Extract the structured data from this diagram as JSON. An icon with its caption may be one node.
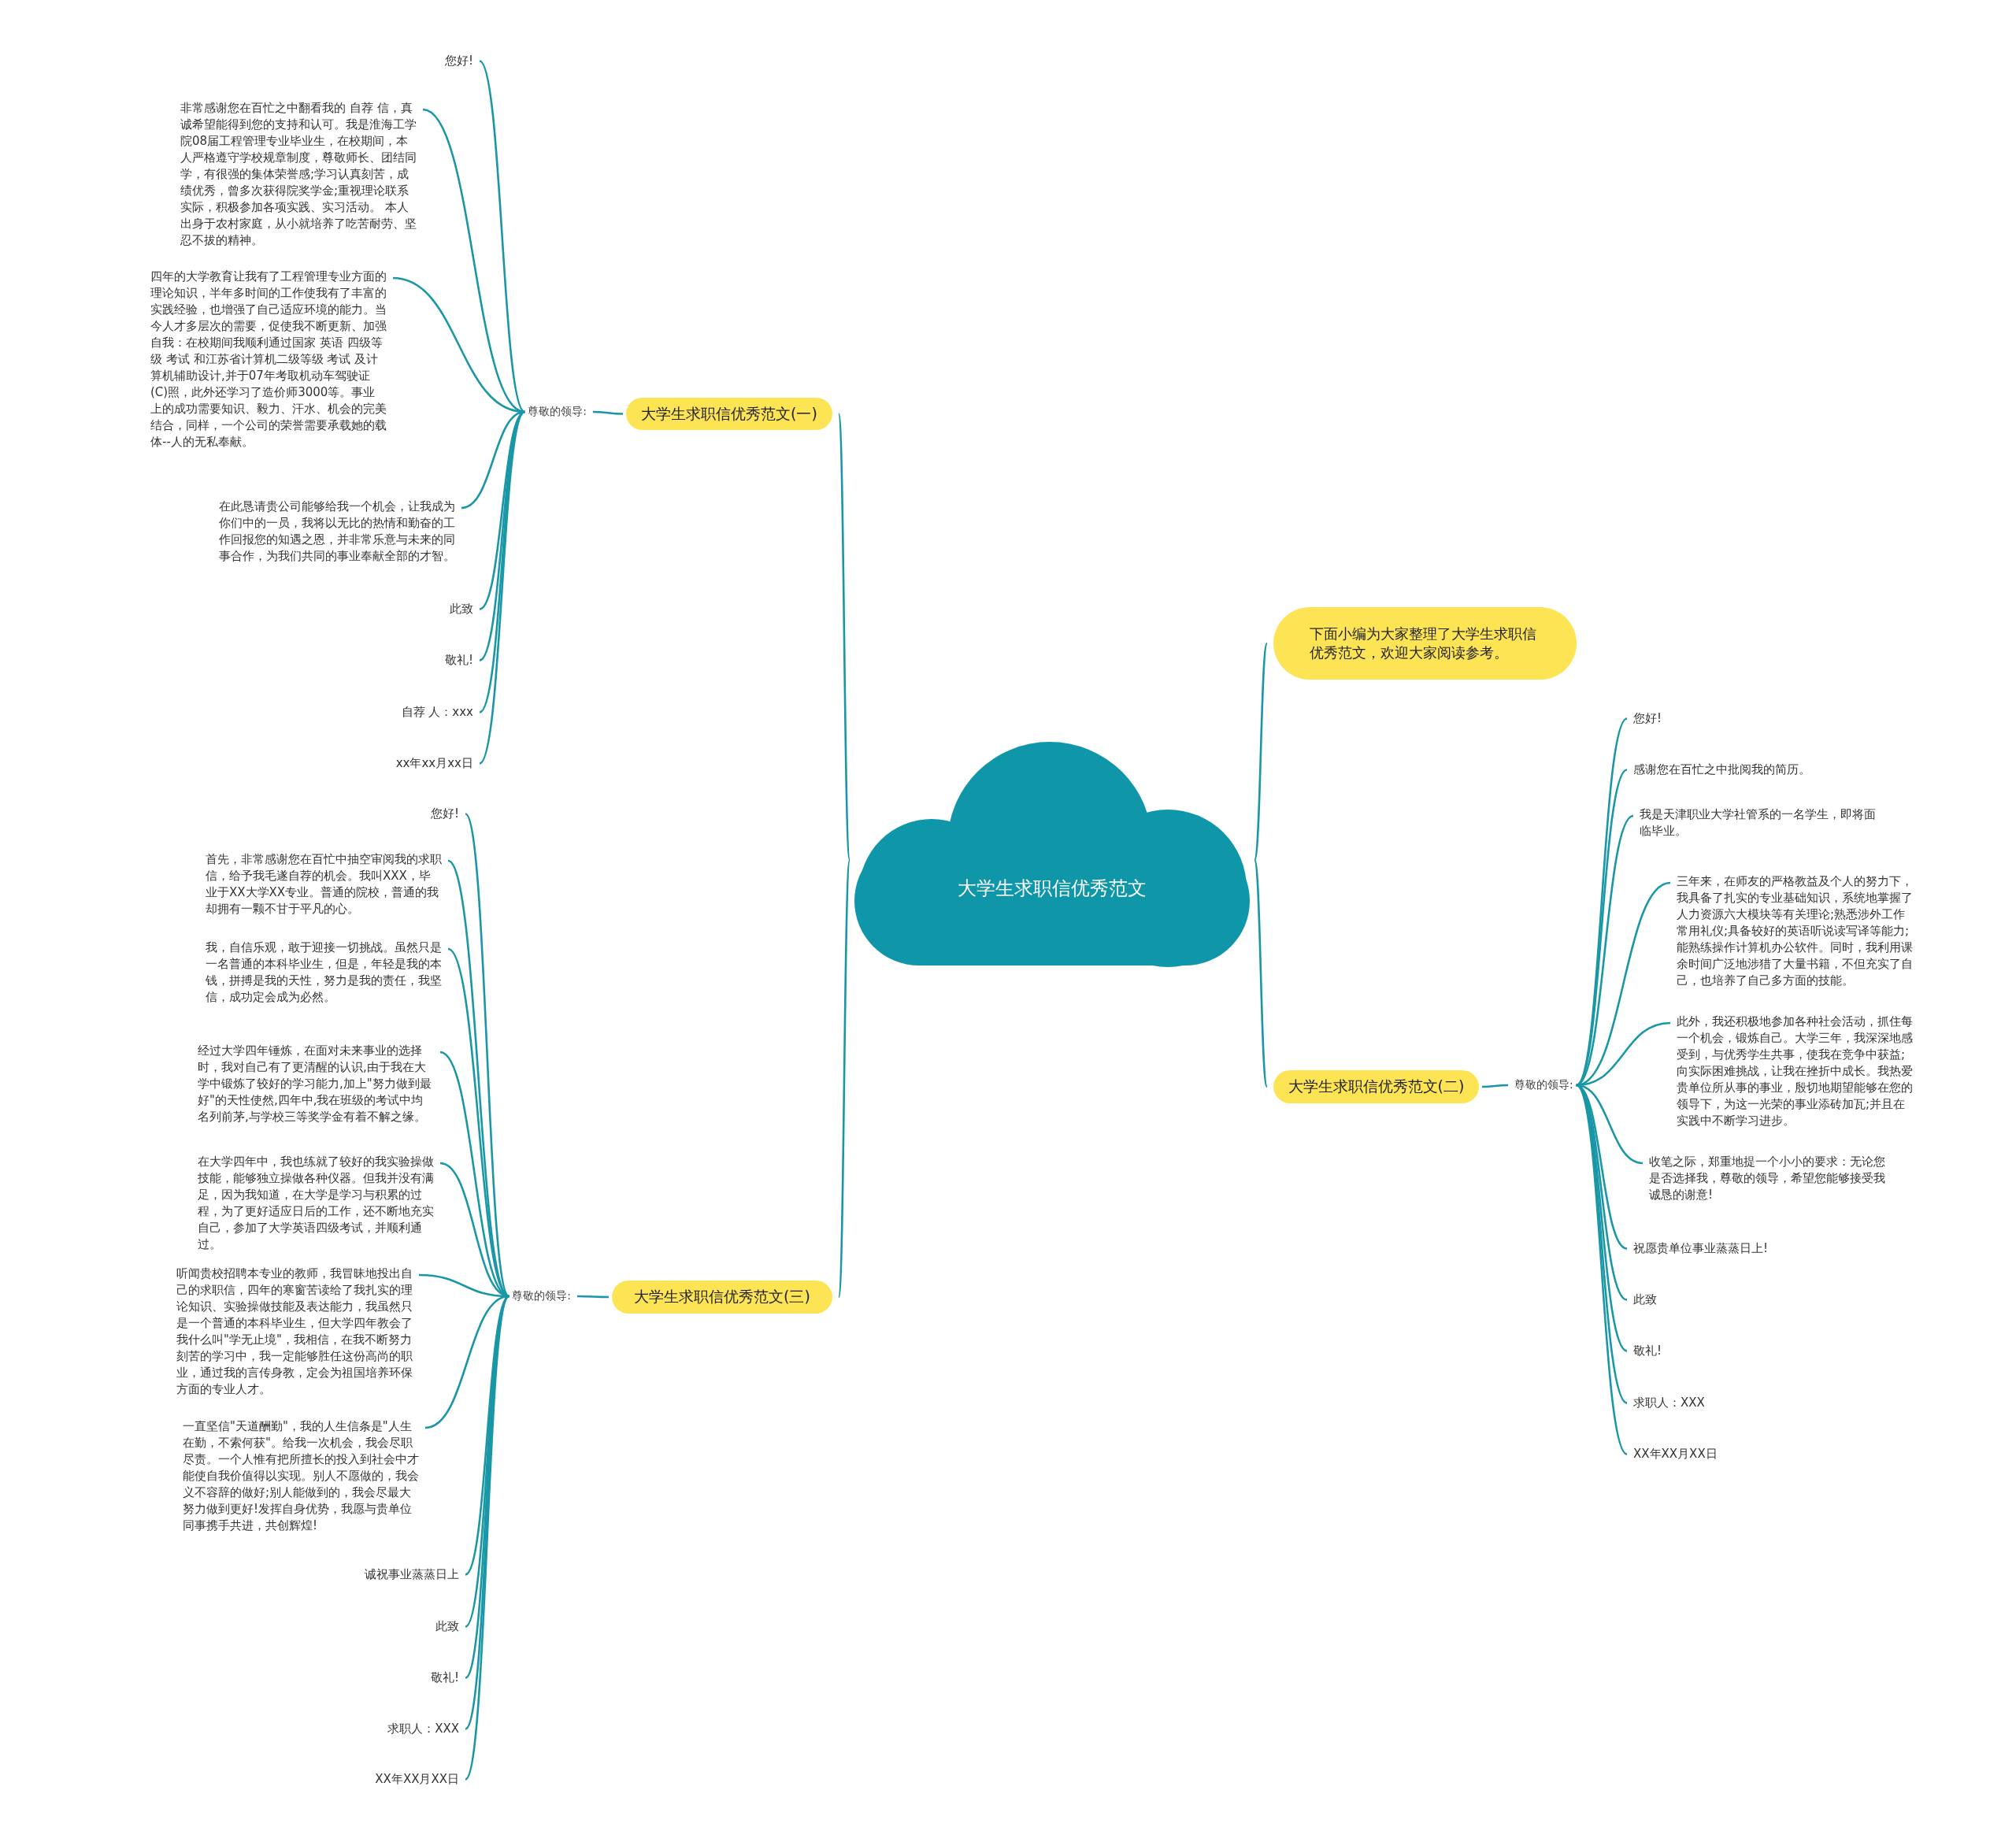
{
  "diagram": {
    "nodes": [
      {
        "text": [
          "大学生求职信优秀范文"
        ]
      },
      {
        "text": [
          "大学生求职信优秀范文(一)"
        ]
      },
      {
        "text": [
          "尊敬的领导:"
        ]
      },
      {
        "text": [
          "您好!"
        ]
      },
      {
        "text": [
          "非常感谢您在百忙之中翻看我的 自荐 信，真诚希望能得到您的支持和认可。我是淮海工学院08届工程管理专业毕业生，在校期间，本人严格遵守学校规章制度，尊敬师长、团结同学，有很强的集体荣誉感;学习认真刻苦，成绩优秀，曾多次获得院奖学金;重视理论联系实际，积极参加各项实践、实习活动。 本人出身于农村家庭，从小就培养了吃苦耐劳、坚忍不拔的精神。"
        ]
      },
      {
        "text": [
          "四年的大学教育让我有了工程管理专业方面的理论知识，半年多时间的工作使我有了丰富的实践经验，也增强了自己适应环境的能力。当今人才多层次的需要，促使我不断更新、加强自我：在校期间我顺利通过国家 英语 四级等级 考试 和江苏省计算机二级等级 考试 及计算机辅助设计,并于07年考取机动车驾驶证(C)照，此外还学习了造价师3000等。事业上的成功需要知识、毅力、汗水、机会的完美结合，同样，一个公司的荣誉需要承载她的载体--人的无私奉献。"
        ]
      },
      {
        "text": [
          "在此恳请贵公司能够给我一个机会，让我成为你们中的一员，我将以无比的热情和勤奋的工作回报您的知遇之恩，并非常乐意与未来的同事合作，为我们共同的事业奉献全部的才智。"
        ]
      },
      {
        "text": [
          "此致"
        ]
      },
      {
        "text": [
          "敬礼!"
        ]
      },
      {
        "text": [
          "自荐 人：xxx"
        ]
      },
      {
        "text": [
          "xx年xx月xx日"
        ]
      },
      {
        "text": [
          "下面小编为大家整理了大学生求职信优秀范文，欢迎大家阅读参考。"
        ]
      },
      {
        "text": [
          "大学生求职信优秀范文(二)"
        ]
      },
      {
        "text": [
          "尊敬的领导:"
        ]
      },
      {
        "text": [
          "您好!"
        ]
      },
      {
        "text": [
          "感谢您在百忙之中批阅我的简历。"
        ]
      },
      {
        "text": [
          "我是天津职业大学社管系的一名学生，即将面临毕业。"
        ]
      },
      {
        "text": [
          "三年来，在师友的严格教益及个人的努力下，我具备了扎实的专业基础知识，系统地掌握了人力资源六大模块等有关理论;熟悉涉外工作常用礼仪;具备较好的英语听说读写译等能力;能熟练操作计算机办公软件。同时，我利用课余时间广泛地涉猎了大量书籍，不但充实了自己，也培养了自己多方面的技能。"
        ]
      },
      {
        "text": [
          "此外，我还积极地参加各种社会活动，抓住每一个机会，锻炼自己。大学三年，我深深地感受到，与优秀学生共事，使我在竞争中获益;向实际困难挑战，让我在挫折中成长。我热爱贵单位所从事的事业，殷切地期望能够在您的领导下，为这一光荣的事业添砖加瓦;并且在实践中不断学习进步。"
        ]
      },
      {
        "text": [
          "收笔之际，郑重地提一个小小的要求：无论您是否选择我，尊敬的领导，希望您能够接受我诚恳的谢意!"
        ]
      },
      {
        "text": [
          "祝愿贵单位事业蒸蒸日上!"
        ]
      },
      {
        "text": [
          "此致"
        ]
      },
      {
        "text": [
          "敬礼!"
        ]
      },
      {
        "text": [
          "求职人：XXX"
        ]
      },
      {
        "text": [
          "XX年XX月XX日"
        ]
      },
      {
        "text": [
          "大学生求职信优秀范文(三)"
        ]
      },
      {
        "text": [
          "尊敬的领导:"
        ]
      },
      {
        "text": [
          "您好!"
        ]
      },
      {
        "text": [
          "首先，非常感谢您在百忙中抽空审阅我的求职信，给予我毛遂自荐的机会。我叫XXX，毕业于XX大学XX专业。普通的院校，普通的我却拥有一颗不甘于平凡的心。"
        ]
      },
      {
        "text": [
          "我，自信乐观，敢于迎接一切挑战。虽然只是一名普通的本科毕业生，但是，年轻是我的本钱，拼搏是我的天性，努力是我的责任，我坚信，成功定会成为必然。"
        ]
      },
      {
        "text": [
          "经过大学四年锤炼，在面对未来事业的选择时，我对自己有了更清醒的认识,由于我在大学中锻炼了较好的学习能力,加上\"努力做到最好\"的天性使然,四年中,我在班级的考试中均名列前茅,与学校三等奖学金有着不解之缘。"
        ]
      },
      {
        "text": [
          "在大学四年中，我也练就了较好的我实验操做技能，能够独立操做各种仪器。但我并没有满足，因为我知道，在大学是学习与积累的过程，为了更好适应日后的工作，还不断地充实自己，参加了大学英语四级考试，并顺利通过。"
        ]
      },
      {
        "text": [
          "听闻贵校招聘本专业的教师，我冒昧地投出自己的求职信，四年的寒窗苦读给了我扎实的理论知识、实验操做技能及表达能力，我虽然只是一个普通的本科毕业生，但大学四年教会了我什么叫\"学无止境\"，我相信，在我不断努力刻苦的学习中，我一定能够胜任这份高尚的职业，通过我的言传身教，定会为祖国培养环保方面的专业人才。"
        ]
      },
      {
        "text": [
          "一直坚信\"天道酬勤\"，我的人生信条是\"人生在勤，不索何获\"。给我一次机会，我会尽职尽责。一个人惟有把所擅长的投入到社会中才能使自我价值得以实现。别人不愿做的，我会义不容辞的做好;别人能做到的，我会尽最大努力做到更好!发挥自身优势，我愿与贵单位同事携手共进，共创辉煌!"
        ]
      },
      {
        "text": [
          "诚祝事业蒸蒸日上"
        ]
      },
      {
        "text": [
          "此致"
        ]
      },
      {
        "text": [
          "敬礼!"
        ]
      },
      {
        "text": [
          "求职人：XXX"
        ]
      },
      {
        "text": [
          "XX年XX月XX日"
        ]
      }
    ],
    "edges": [
      {
        "from": 0,
        "to": 1,
        "arrow": "none"
      },
      {
        "from": 1,
        "to": 2,
        "arrow": "none"
      },
      {
        "from": 2,
        "to": 3,
        "arrow": "none"
      },
      {
        "from": 2,
        "to": 4,
        "arrow": "none"
      },
      {
        "from": 2,
        "to": 5,
        "arrow": "none"
      },
      {
        "from": 2,
        "to": 6,
        "arrow": "none"
      },
      {
        "from": 2,
        "to": 7,
        "arrow": "none"
      },
      {
        "from": 2,
        "to": 8,
        "arrow": "none"
      },
      {
        "from": 2,
        "to": 9,
        "arrow": "none"
      },
      {
        "from": 2,
        "to": 10,
        "arrow": "none"
      },
      {
        "from": 0,
        "to": 11,
        "arrow": "none"
      },
      {
        "from": 0,
        "to": 12,
        "arrow": "none"
      },
      {
        "from": 12,
        "to": 13,
        "arrow": "none"
      },
      {
        "from": 13,
        "to": 14,
        "arrow": "none"
      },
      {
        "from": 13,
        "to": 15,
        "arrow": "none"
      },
      {
        "from": 13,
        "to": 16,
        "arrow": "none"
      },
      {
        "from": 13,
        "to": 17,
        "arrow": "none"
      },
      {
        "from": 13,
        "to": 18,
        "arrow": "none"
      },
      {
        "from": 13,
        "to": 19,
        "arrow": "none"
      },
      {
        "from": 13,
        "to": 20,
        "arrow": "none"
      },
      {
        "from": 13,
        "to": 21,
        "arrow": "none"
      },
      {
        "from": 13,
        "to": 22,
        "arrow": "none"
      },
      {
        "from": 13,
        "to": 23,
        "arrow": "none"
      },
      {
        "from": 13,
        "to": 24,
        "arrow": "none"
      },
      {
        "from": 0,
        "to": 25,
        "arrow": "none"
      },
      {
        "from": 25,
        "to": 26,
        "arrow": "none"
      },
      {
        "from": 26,
        "to": 27,
        "arrow": "none"
      },
      {
        "from": 26,
        "to": 28,
        "arrow": "none"
      },
      {
        "from": 26,
        "to": 29,
        "arrow": "none"
      },
      {
        "from": 26,
        "to": 30,
        "arrow": "none"
      },
      {
        "from": 26,
        "to": 31,
        "arrow": "none"
      },
      {
        "from": 26,
        "to": 32,
        "arrow": "none"
      },
      {
        "from": 26,
        "to": 33,
        "arrow": "none"
      },
      {
        "from": 26,
        "to": 34,
        "arrow": "none"
      },
      {
        "from": 26,
        "to": 35,
        "arrow": "none"
      },
      {
        "from": 26,
        "to": 36,
        "arrow": "none"
      },
      {
        "from": 26,
        "to": 37,
        "arrow": "none"
      },
      {
        "from": 26,
        "to": 38,
        "arrow": "none"
      }
    ]
  }
}
